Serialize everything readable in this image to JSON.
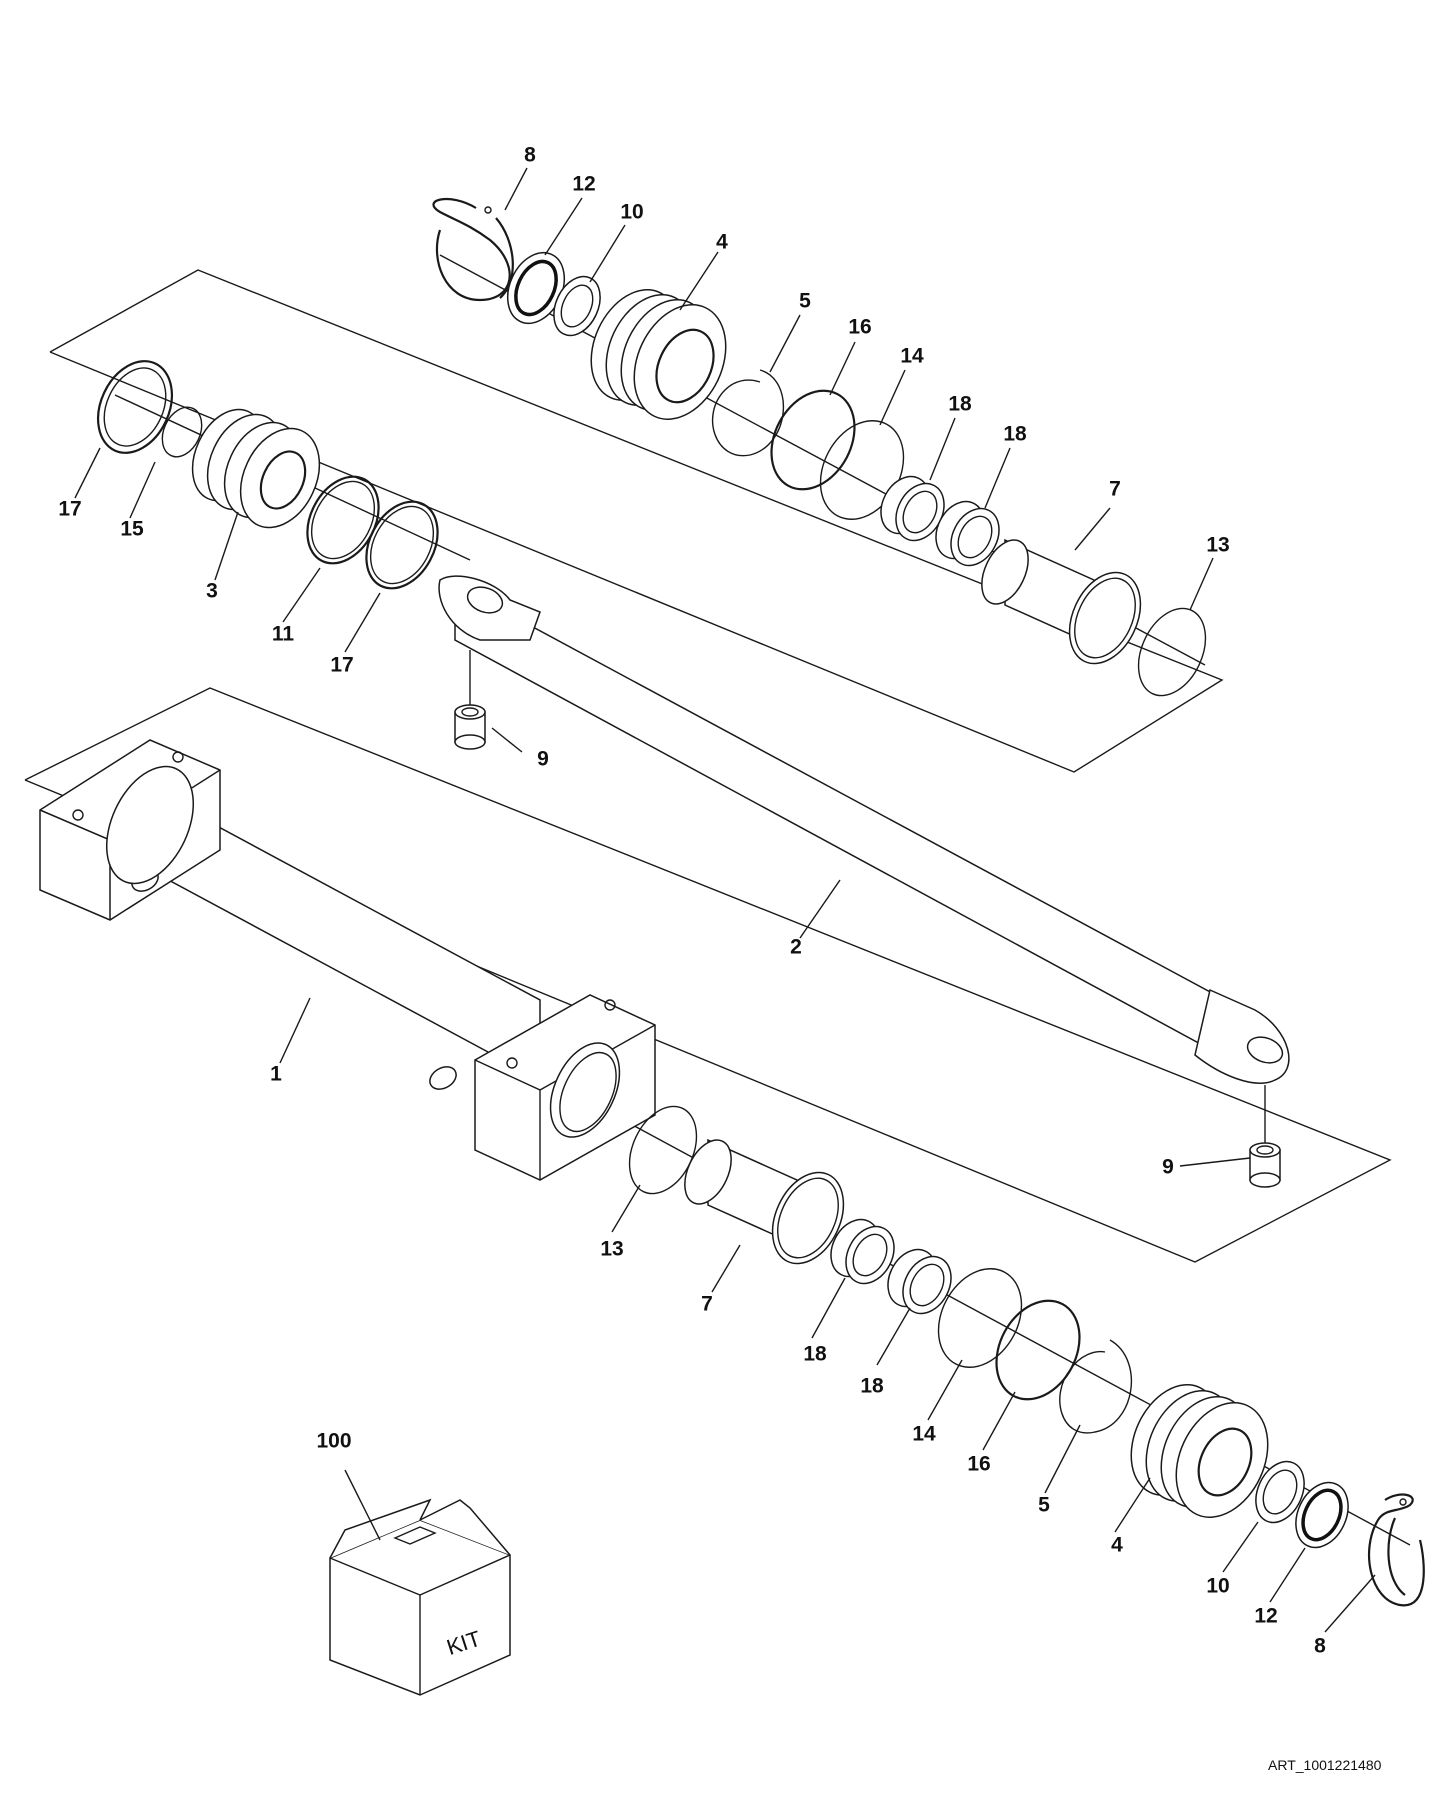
{
  "drawing": {
    "art_number": "ART_1001221480",
    "kit_box_text": "KIT"
  },
  "callouts": [
    {
      "id": "c8a",
      "text": "8"
    },
    {
      "id": "c12a",
      "text": "12"
    },
    {
      "id": "c10a",
      "text": "10"
    },
    {
      "id": "c4a",
      "text": "4"
    },
    {
      "id": "c5a",
      "text": "5"
    },
    {
      "id": "c16a",
      "text": "16"
    },
    {
      "id": "c14a",
      "text": "14"
    },
    {
      "id": "c18a",
      "text": "18"
    },
    {
      "id": "c18b",
      "text": "18"
    },
    {
      "id": "c7a",
      "text": "7"
    },
    {
      "id": "c13a",
      "text": "13"
    },
    {
      "id": "c17a",
      "text": "17"
    },
    {
      "id": "c15",
      "text": "15"
    },
    {
      "id": "c3",
      "text": "3"
    },
    {
      "id": "c11",
      "text": "11"
    },
    {
      "id": "c17b",
      "text": "17"
    },
    {
      "id": "c9a",
      "text": "9"
    },
    {
      "id": "c2",
      "text": "2"
    },
    {
      "id": "c1",
      "text": "1"
    },
    {
      "id": "c9b",
      "text": "9"
    },
    {
      "id": "c13b",
      "text": "13"
    },
    {
      "id": "c7b",
      "text": "7"
    },
    {
      "id": "c18c",
      "text": "18"
    },
    {
      "id": "c18d",
      "text": "18"
    },
    {
      "id": "c14b",
      "text": "14"
    },
    {
      "id": "c16b",
      "text": "16"
    },
    {
      "id": "c5b",
      "text": "5"
    },
    {
      "id": "c4b",
      "text": "4"
    },
    {
      "id": "c10b",
      "text": "10"
    },
    {
      "id": "c12b",
      "text": "12"
    },
    {
      "id": "c8b",
      "text": "8"
    },
    {
      "id": "c100",
      "text": "100"
    }
  ]
}
